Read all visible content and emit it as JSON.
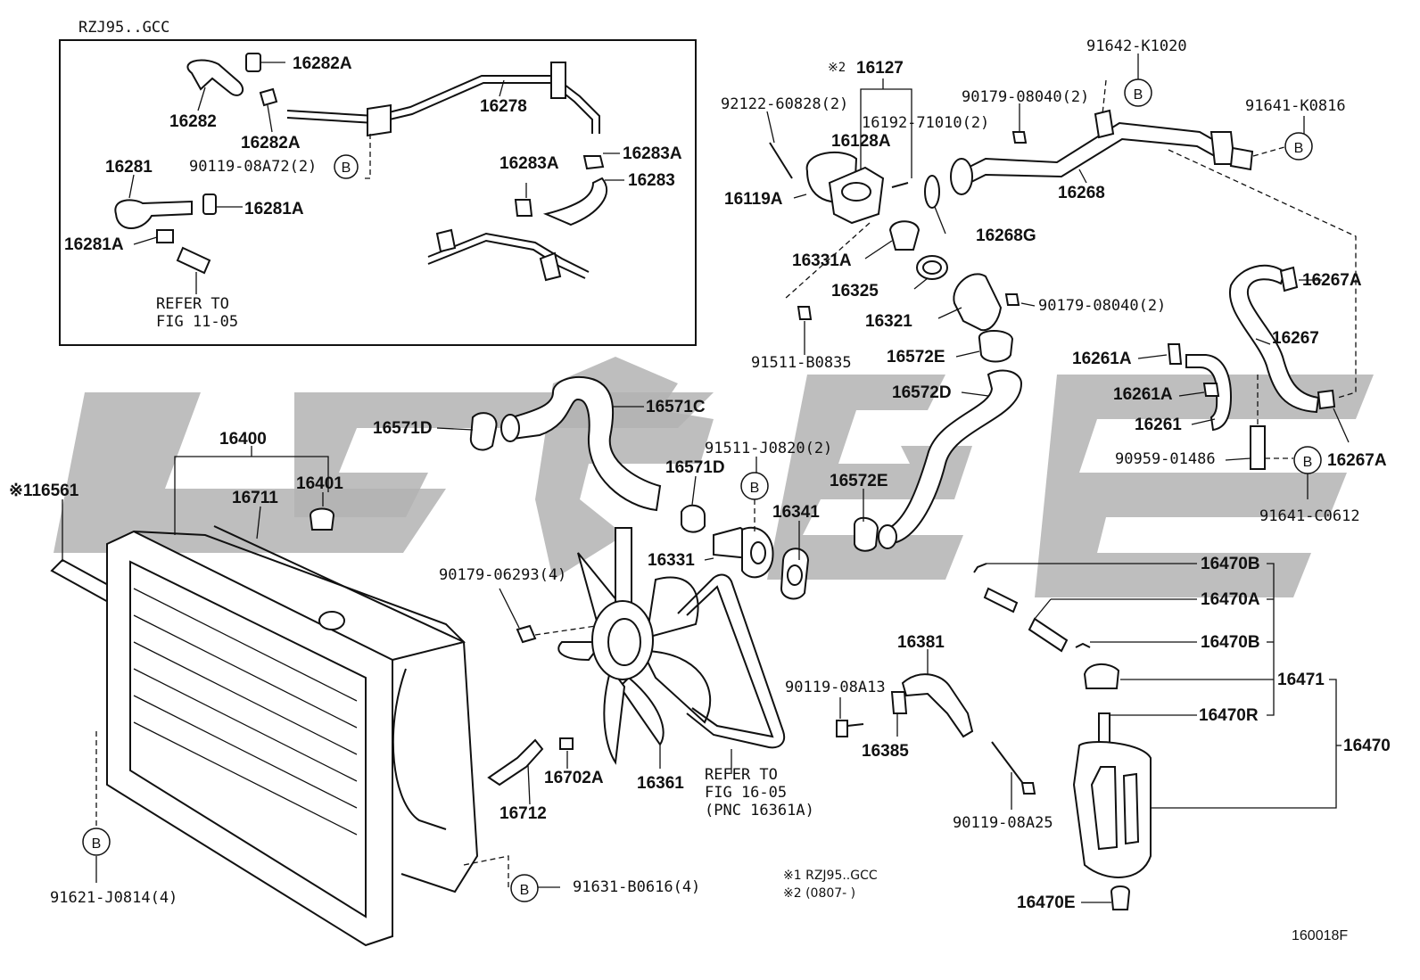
{
  "inset": {
    "title": "RZJ95..GCC"
  },
  "labels": {
    "p16282A_top": "16282A",
    "p16282": "16282",
    "p16282A_bot": "16282A",
    "p16278": "16278",
    "p16283A_right": "16283A",
    "p16283A_mid": "16283A",
    "p16283": "16283",
    "p16281": "16281",
    "p90119_08A72": "90119-08A72(2)",
    "p16281A_right": "16281A",
    "p16281A_left": "16281A",
    "refer_11_05_a": "REFER TO",
    "refer_11_05_b": "FIG 11-05",
    "p16127": "16127",
    "p16127_mark": "※2",
    "p92122": "92122-60828(2)",
    "p16192": "16192-71010(2)",
    "p16128A": "16128A",
    "p16119A": "16119A",
    "p16331A": "16331A",
    "p16325": "16325",
    "p16321": "16321",
    "p90179_08040_a": "90179-08040(2)",
    "p90179_08040_b": "90179-08040(2)",
    "p91642": "91642-K1020",
    "p91641_K0816": "91641-K0816",
    "p16268": "16268",
    "p16268G": "16268G",
    "p91511_B0835": "91511-B0835",
    "p16572E_top": "16572E",
    "p16572D": "16572D",
    "p16572E_bot": "16572E",
    "p16267A_top": "16267A",
    "p16267": "16267",
    "p16261A_top": "16261A",
    "p16261A_bot": "16261A",
    "p16261": "16261",
    "p16267A_bot": "16267A",
    "p90959": "90959-01486",
    "p91641_C0612": "91641-C0612",
    "p16571D_left": "16571D",
    "p16571C": "16571C",
    "p91511_J0820": "91511-J0820(2)",
    "p16571D_right": "16571D",
    "p16341": "16341",
    "p16331": "16331",
    "p90179_06293": "90179-06293(4)",
    "p16400": "16400",
    "p116561": "※116561",
    "p16711": "16711",
    "p16401": "16401",
    "p16470B_top": "16470B",
    "p16470A": "16470A",
    "p16470B_mid": "16470B",
    "p16471": "16471",
    "p16470R": "16470R",
    "p16470": "16470",
    "p16470E": "16470E",
    "p16381": "16381",
    "p90119_08A13": "90119-08A13",
    "p16385": "16385",
    "p90119_08A25": "90119-08A25",
    "p16702A": "16702A",
    "p16712": "16712",
    "p16361": "16361",
    "refer_16_05_a": "REFER TO",
    "refer_16_05_b": "FIG 16-05",
    "refer_16_05_c": "(PNC 16361A)",
    "p91621": "91621-J0814(4)",
    "p91631": "91631-B0616(4)"
  },
  "callout": {
    "letter": "B"
  },
  "notes": {
    "note1": "※1 RZJ95..GCC",
    "note2": "※2 (0807-    )"
  },
  "figure_code": "160018F"
}
